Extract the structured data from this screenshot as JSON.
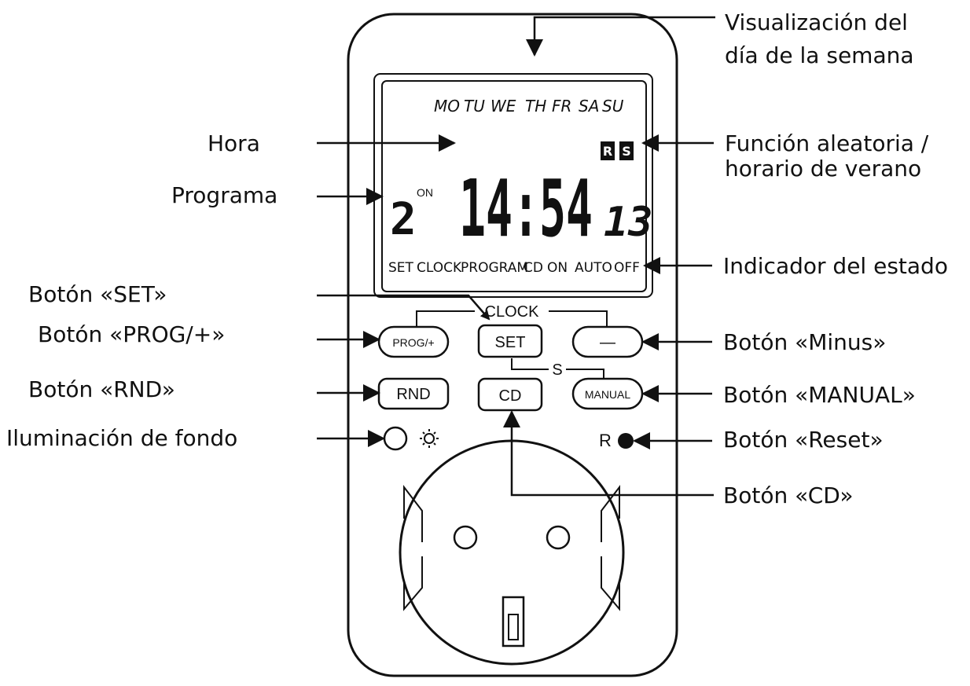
{
  "device": {
    "days": [
      "MO",
      "TU",
      "WE",
      "TH",
      "FR",
      "SA",
      "SU"
    ],
    "time": "14:54",
    "program_number": "2",
    "program_state": "ON",
    "random_badge": "R",
    "summer_badge": "S",
    "seconds": "13",
    "status_items": [
      "SET",
      "CLOCK",
      "PROGRAM",
      "CD",
      "ON",
      "AUTO",
      "OFF"
    ],
    "clock_group_label": "CLOCK",
    "s_group_label": "S",
    "buttons": {
      "prog": "PROG/+",
      "set": "SET",
      "minus": "—",
      "rnd": "RND",
      "cd": "CD",
      "manual": "MANUAL"
    },
    "reset_label": "R"
  },
  "callouts": {
    "weekday_line1": "Visualización del",
    "weekday_line2": "día de la semana",
    "hora": "Hora",
    "programa": "Programa",
    "random_line1": "Función aleatoria /",
    "random_line2": "horario de verano",
    "status": "Indicador del estado",
    "set": "Botón «SET»",
    "prog": "Botón «PROG/+»",
    "minus": "Botón «Minus»",
    "rnd": "Botón «RND»",
    "manual": "Botón «MANUAL»",
    "backlight": "Iluminación de fondo",
    "reset": "Botón «Reset»",
    "cd": "Botón «CD»"
  }
}
